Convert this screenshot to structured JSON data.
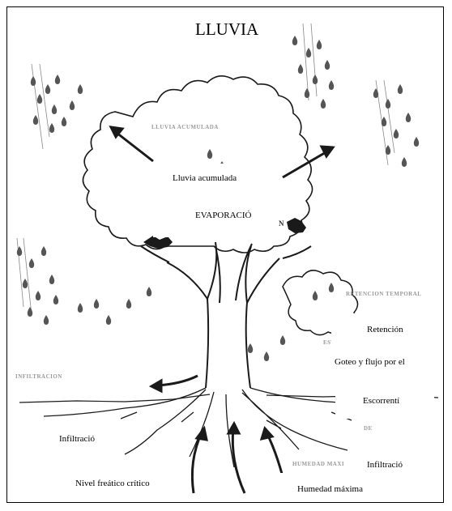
{
  "title": "LLUVIA",
  "labels": {
    "rain_accumulated": "Lluvia acumulada",
    "evaporation": "EVAPORACIÓ",
    "retention": "Retención",
    "drip_flow": "Goteo y flujo por el",
    "runoff": "Escorrentí",
    "infiltration_left": "Infiltració",
    "infiltration_right": "Infiltració",
    "water_table": "Nivel freático crítico",
    "max_humidity": "Humedad máxima"
  },
  "background_text": {
    "rain_accumulated": "LLUVIA ACUMULADA",
    "temporary_retention": "RETENCION TEMPORAL",
    "infiltration": "INFILTRACION",
    "max_humidity": "HUMEDAD MAXI",
    "stemflow": "ESTRUC",
    "drip": "DE",
    "evaporation_tail": "N"
  },
  "colors": {
    "ink": "#1a1a1a",
    "rain": "#555555",
    "frame": "#000000"
  }
}
